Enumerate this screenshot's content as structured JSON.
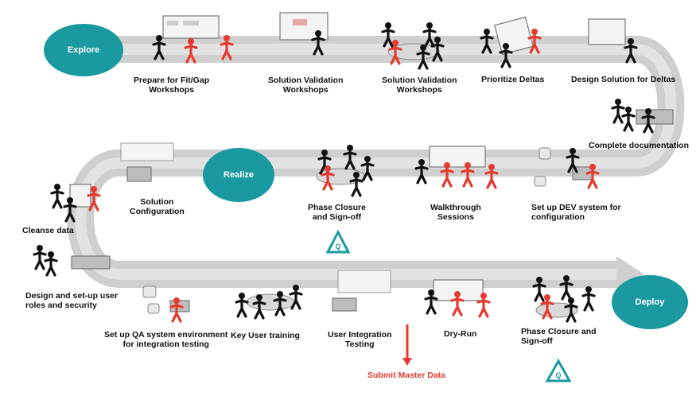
{
  "phases": {
    "explore": "Explore",
    "realize": "Realize",
    "deploy": "Deploy"
  },
  "steps": {
    "prepare_fitgap": [
      "Prepare for Fit/Gap",
      "Workshops"
    ],
    "solution_validation_1": [
      "Solution Validation",
      "Workshops"
    ],
    "solution_validation_2": [
      "Solution Validation",
      "Workshops"
    ],
    "prioritize_deltas": "Prioritize Deltas",
    "design_solution": "Design Solution for Deltas",
    "complete_documentation": "Complete documentation",
    "setup_dev": [
      "Set up DEV system for",
      "configuration"
    ],
    "walkthrough": [
      "Walkthrough",
      "Sessions"
    ],
    "phase_closure_1": [
      "Phase Closure",
      "and Sign-off"
    ],
    "solution_configuration": [
      "Solution",
      "Configuration"
    ],
    "cleanse_data": "Cleanse data",
    "design_roles": [
      "Design and set-up user",
      "roles and security"
    ],
    "setup_qa": [
      "Set up QA system environment",
      "for integration testing"
    ],
    "key_user_training": "Key User training",
    "user_integration_testing": [
      "User Integration",
      "Testing"
    ],
    "dry_run": "Dry-Run",
    "phase_closure_2": [
      "Phase Closure and",
      "Sign-off"
    ]
  },
  "submit_master_data": "Submit Master Data",
  "quality_gate_symbol": "Q",
  "icons": [
    "person-black-icon",
    "person-red-icon",
    "presentation-board-icon",
    "meeting-table-icon",
    "server-icon",
    "workstation-icon",
    "quality-gate-icon"
  ],
  "colors": {
    "teal": "#1a9aa0",
    "road": "#cfcfcf",
    "road_edge": "#b9b9b9",
    "red": "#e53a2e",
    "black": "#111111"
  }
}
